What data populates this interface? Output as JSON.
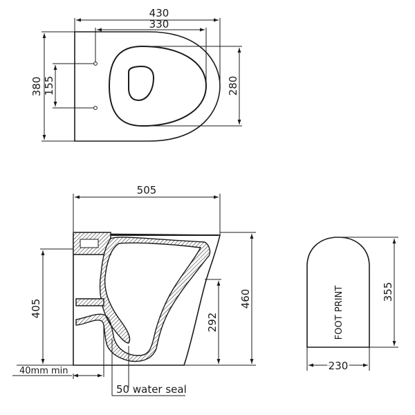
{
  "top_view": {
    "overall_length": "430",
    "pan_length": "330",
    "overall_width": "380",
    "fixing_centres": "155",
    "pan_width": "280"
  },
  "side_view": {
    "projection": "505",
    "height": "460",
    "waste_height": "405",
    "spigot_height": "292",
    "wall_gap": "40mm min",
    "water_seal": "50 water seal"
  },
  "footprint": {
    "label": "FOOT PRINT",
    "depth": "355",
    "width": "230"
  }
}
